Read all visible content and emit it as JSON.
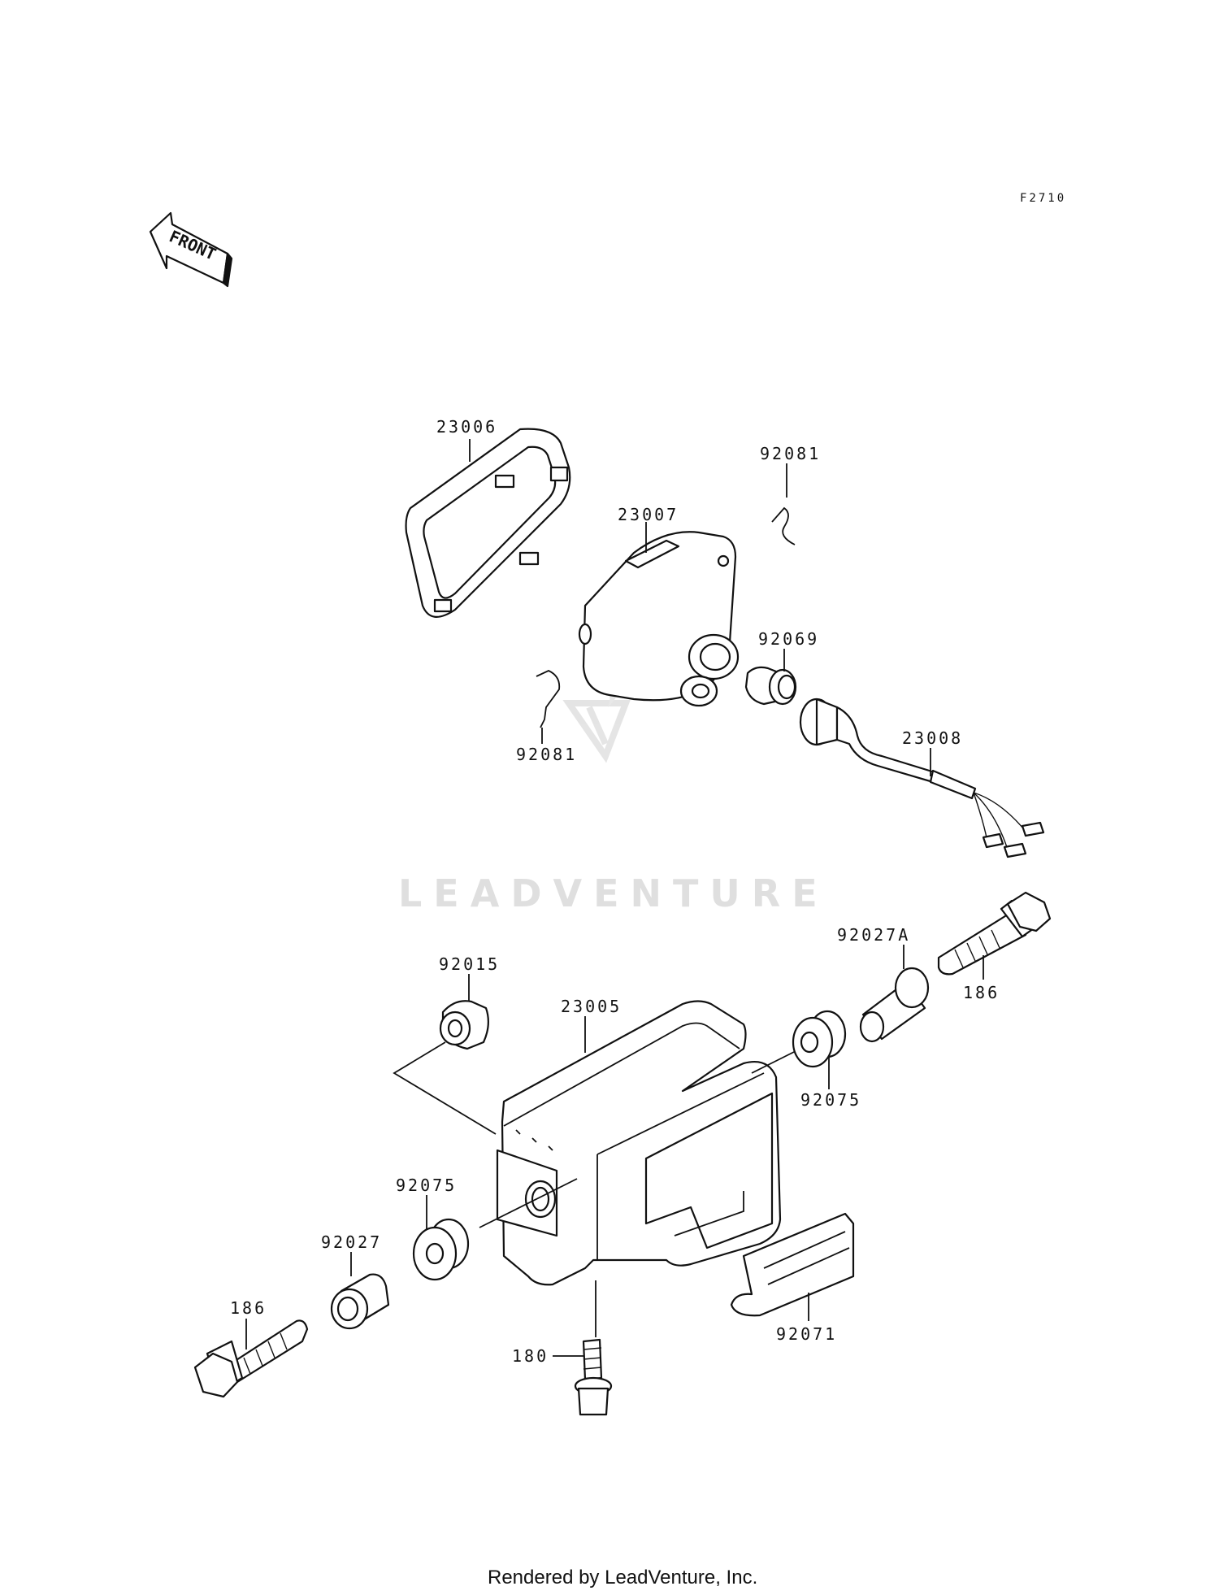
{
  "figure_code": "F2710",
  "front_label": "FRONT",
  "watermark": "LEADVENTURE",
  "footer": "Rendered by LeadVenture, Inc.",
  "callouts": {
    "c23006": "23006",
    "c23007": "23007",
    "c92081_top": "92081",
    "c92069": "92069",
    "c92081_left": "92081",
    "c23008": "23008",
    "c92015": "92015",
    "c23005": "23005",
    "c92027A": "92027A",
    "c186_right": "186",
    "c92075_right": "92075",
    "c92075_left": "92075",
    "c92027": "92027",
    "c186_left": "186",
    "c180": "180",
    "c92071": "92071"
  }
}
